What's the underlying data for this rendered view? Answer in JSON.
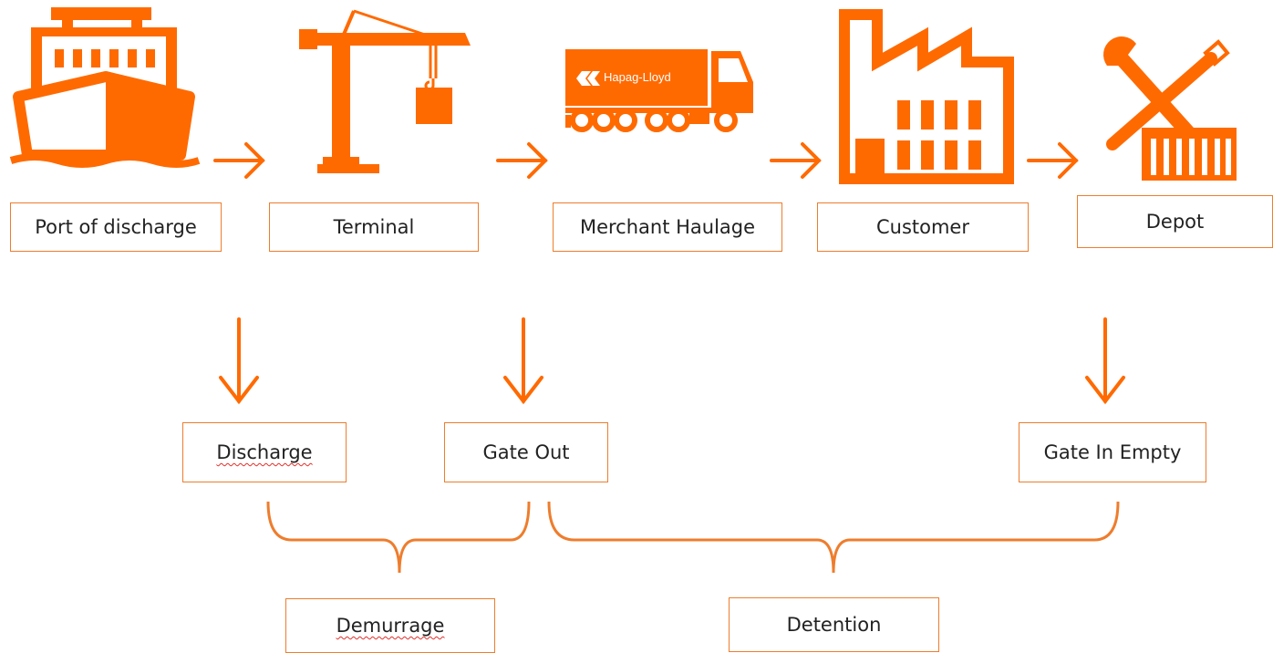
{
  "colors": {
    "accent": "#ff6a00",
    "line": "#ee7d2d",
    "text": "#222222"
  },
  "stages": [
    {
      "label": "Port of discharge",
      "icon": "ship-icon"
    },
    {
      "label": "Terminal",
      "icon": "crane-icon"
    },
    {
      "label": "Merchant Haulage",
      "icon": "truck-icon"
    },
    {
      "label": "Customer",
      "icon": "factory-icon"
    },
    {
      "label": "Depot",
      "icon": "tools-container-icon"
    }
  ],
  "truck_brand": "Hapag-Lloyd",
  "events": [
    {
      "label": "Discharge"
    },
    {
      "label": "Gate Out"
    },
    {
      "label": "Gate In Empty"
    }
  ],
  "periods": [
    {
      "label": "Demurrage"
    },
    {
      "label": "Detention"
    }
  ]
}
